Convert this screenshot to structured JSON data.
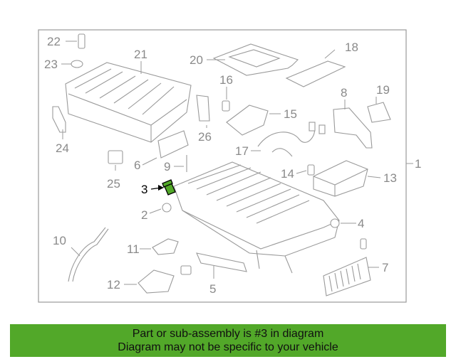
{
  "diagram": {
    "highlight_color": "#52a829",
    "highlighted_part": "3",
    "callouts": {
      "c1": "1",
      "c2": "2",
      "c3": "3",
      "c4": "4",
      "c5": "5",
      "c6": "6",
      "c7": "7",
      "c8": "8",
      "c9": "9",
      "c10": "10",
      "c11": "11",
      "c12": "12",
      "c13": "13",
      "c14": "14",
      "c15": "15",
      "c16": "16",
      "c17": "17",
      "c18": "18",
      "c19": "19",
      "c20": "20",
      "c21": "21",
      "c22": "22",
      "c23": "23",
      "c24": "24",
      "c25": "25",
      "c26": "26"
    }
  },
  "banner": {
    "line1": "Part or sub-assembly is #3 in diagram",
    "line2": "Diagram may not be specific to your vehicle",
    "color": "#52a829"
  }
}
